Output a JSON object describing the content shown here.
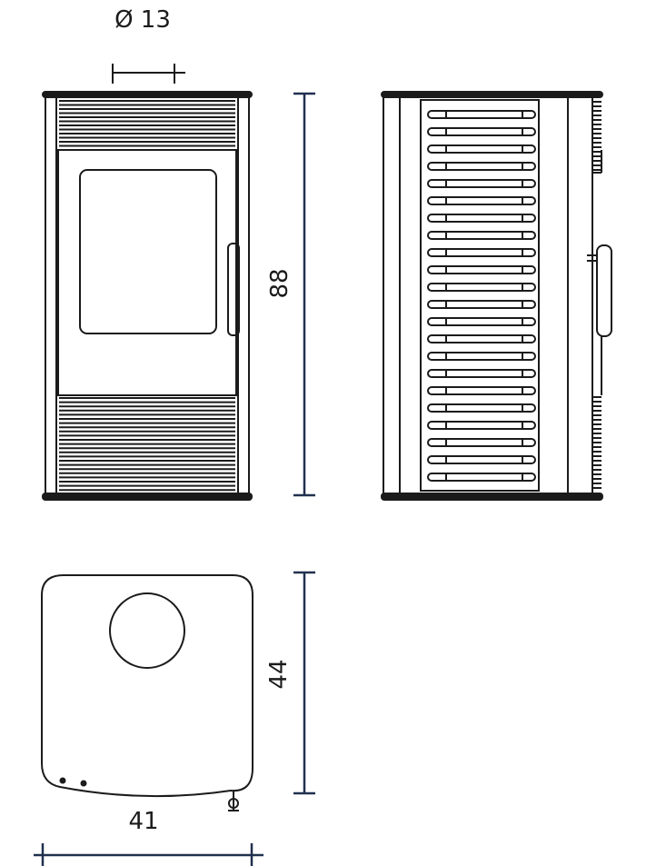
{
  "dimensions": {
    "flue_diameter": "Ø 13",
    "height": "88",
    "depth": "44",
    "width": "41"
  },
  "colors": {
    "line": "#1b1b1b",
    "dimension_line": "#20304f",
    "background": "#ffffff"
  }
}
